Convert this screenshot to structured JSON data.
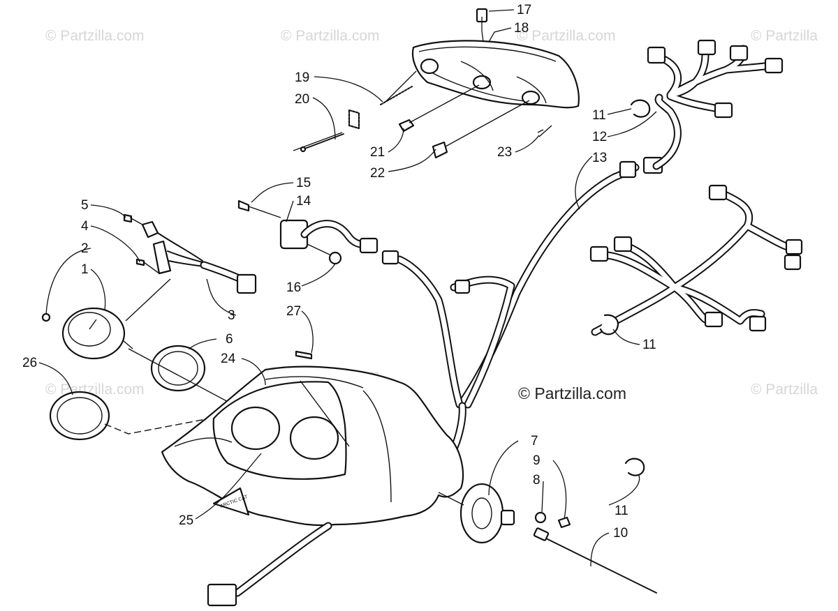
{
  "watermark": {
    "text": "© Partzilla.com",
    "text_short": "© Partzilla",
    "primary": "© Partzilla.com"
  },
  "decal": {
    "text": "ARCTIC CAT"
  },
  "callouts": [
    {
      "id": "c1",
      "label": "1"
    },
    {
      "id": "c2",
      "label": "2"
    },
    {
      "id": "c3",
      "label": "3"
    },
    {
      "id": "c4",
      "label": "4"
    },
    {
      "id": "c5",
      "label": "5"
    },
    {
      "id": "c6",
      "label": "6"
    },
    {
      "id": "c7",
      "label": "7"
    },
    {
      "id": "c8",
      "label": "8"
    },
    {
      "id": "c9",
      "label": "9"
    },
    {
      "id": "c10",
      "label": "10"
    },
    {
      "id": "c11a",
      "label": "11"
    },
    {
      "id": "c11b",
      "label": "11"
    },
    {
      "id": "c11c",
      "label": "11"
    },
    {
      "id": "c12",
      "label": "12"
    },
    {
      "id": "c13",
      "label": "13"
    },
    {
      "id": "c14",
      "label": "14"
    },
    {
      "id": "c15",
      "label": "15"
    },
    {
      "id": "c16",
      "label": "16"
    },
    {
      "id": "c17",
      "label": "17"
    },
    {
      "id": "c18",
      "label": "18"
    },
    {
      "id": "c19",
      "label": "19"
    },
    {
      "id": "c20",
      "label": "20"
    },
    {
      "id": "c21",
      "label": "21"
    },
    {
      "id": "c22",
      "label": "22"
    },
    {
      "id": "c23",
      "label": "23"
    },
    {
      "id": "c24",
      "label": "24"
    },
    {
      "id": "c25",
      "label": "25"
    },
    {
      "id": "c26",
      "label": "26"
    },
    {
      "id": "c27",
      "label": "27"
    }
  ]
}
